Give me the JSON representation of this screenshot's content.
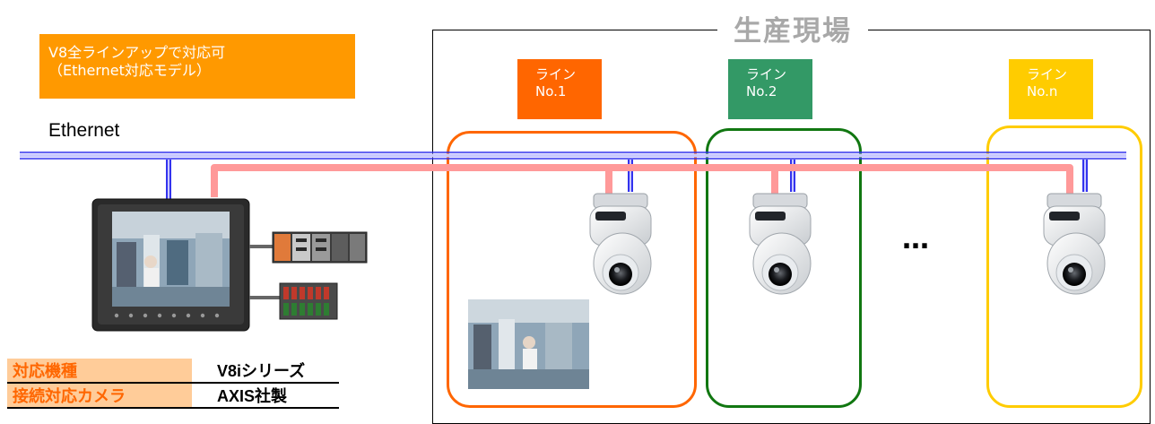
{
  "note": {
    "line1": "V8全ラインアップで対応可",
    "line2": "（Ethernet対応モデル）"
  },
  "network_label": "Ethernet",
  "site_title": "生産現場",
  "lines": [
    {
      "label": "ライン",
      "number": "No.1",
      "color": "#ff6600"
    },
    {
      "label": "ライン",
      "number": "No.2",
      "color": "#339966"
    },
    {
      "label": "ライン",
      "number": "No.n",
      "color": "#ffcc00"
    }
  ],
  "ellipsis": "…",
  "spec": [
    {
      "key": "対応機種",
      "value": "V8iシリーズ"
    },
    {
      "key": "接続対応カメラ",
      "value": "AXIS社製"
    }
  ],
  "colors": {
    "ethernet_line": "#3333ee",
    "video_stream": "#ff9999",
    "note_bg": "#ff9900"
  },
  "icons": [
    "hmi-touch-panel",
    "plc-unit",
    "io-module",
    "network-camera",
    "camera-snapshot"
  ]
}
